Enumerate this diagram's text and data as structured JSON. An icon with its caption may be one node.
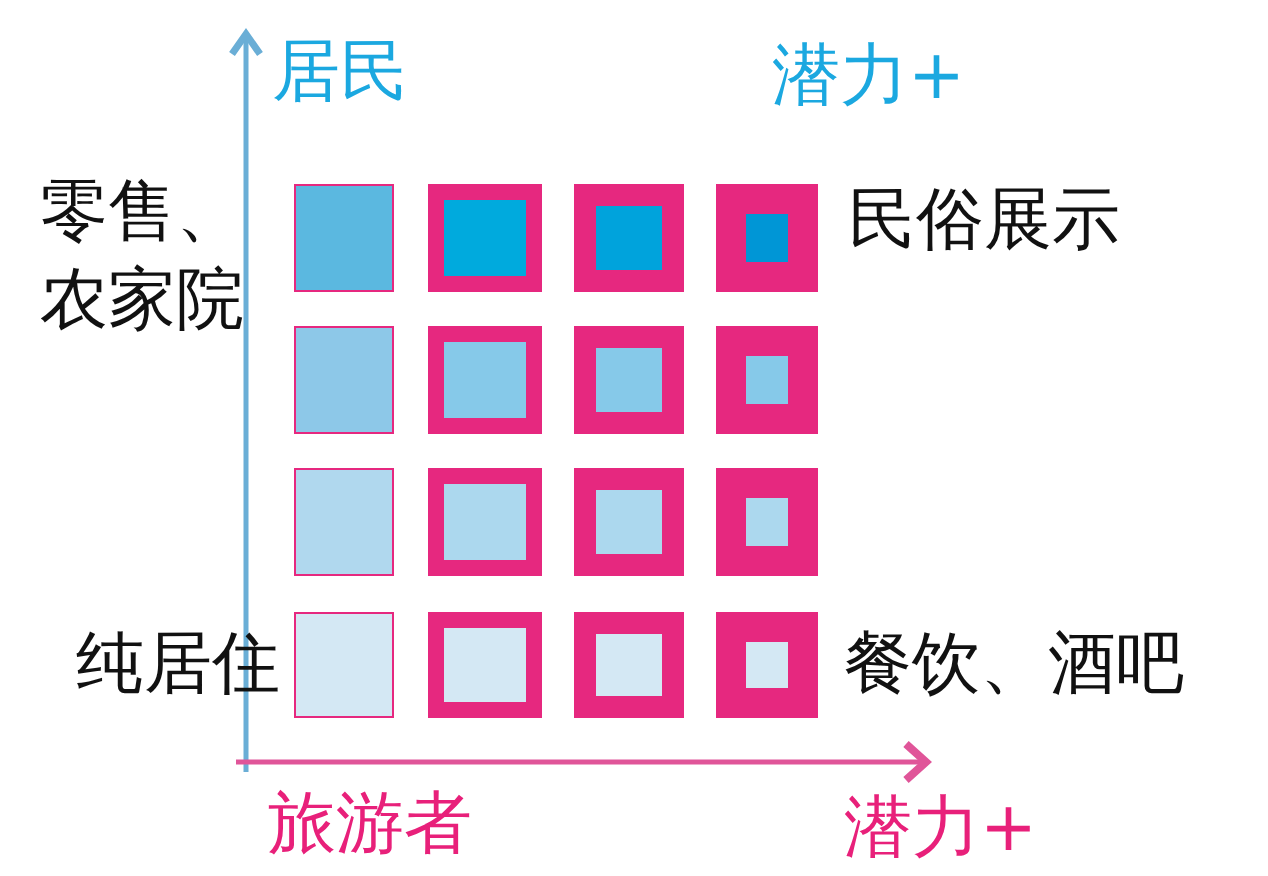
{
  "diagram": {
    "labels": [
      "居民",
      "潜力+",
      "零售、农家院",
      "民俗展示",
      "纯居住",
      "餐饮、酒吧",
      "旅游者",
      "潜力+"
    ]
  }
}
